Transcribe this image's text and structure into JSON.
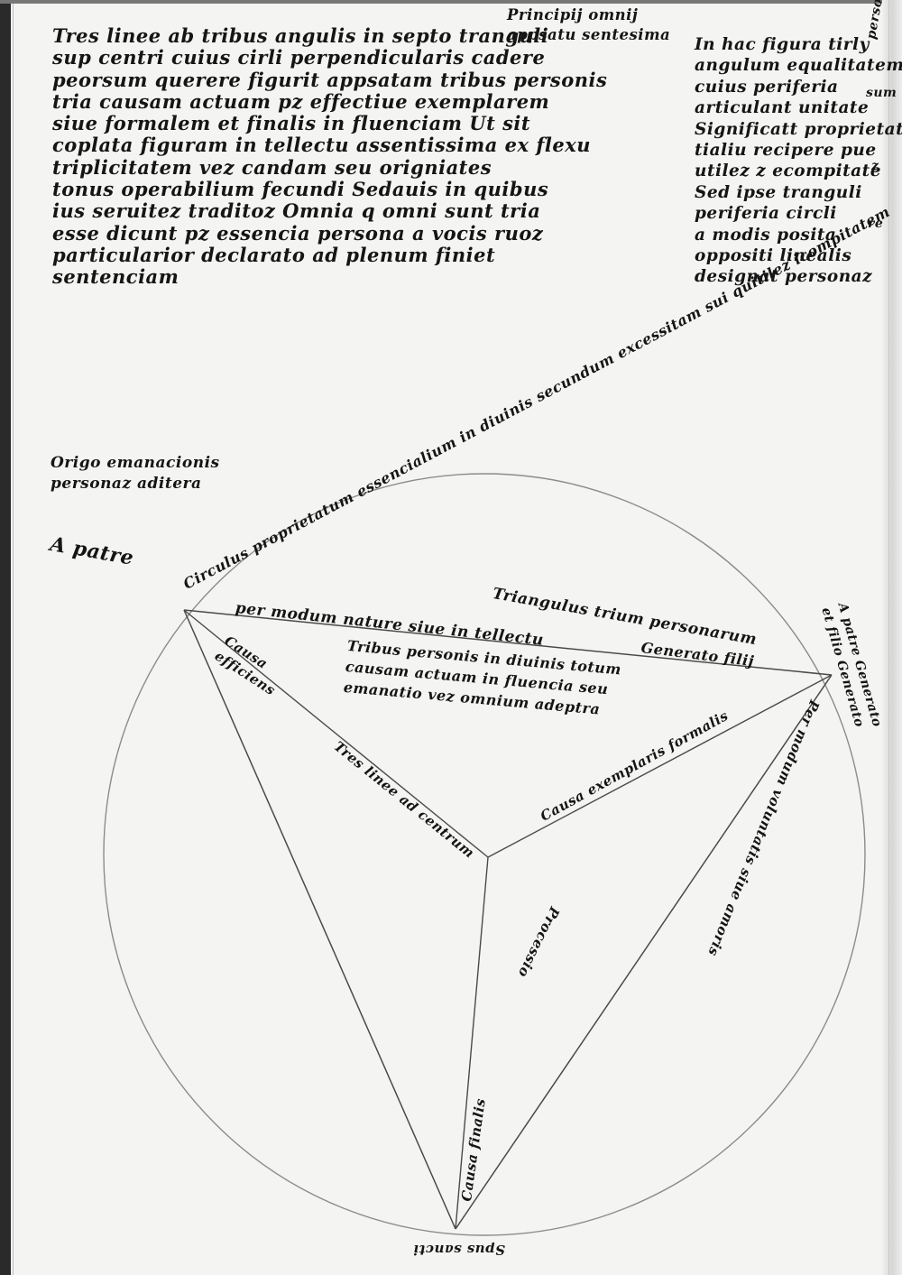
{
  "top_left_text": [
    "Tres linee ab tribus angulis in septo tranguli",
    "sup centri cuius cirli perpendicularis cadere",
    "peorsum querere figurit appsatam tribus personis",
    "tria causam actuam pz effectiue exemplarem",
    "siue formalem et finalis in fluenciam Ut sit",
    "coplata figuram in tellectu assentissima ex flexu",
    "triplicitatem vez candam seu origniates",
    "tonus operabilium fecundi Sedauis in quibus",
    "ius seruitez traditoz Omnia q omni sunt tria",
    "esse dicunt pz essencia persona a vocis ruoz",
    "particularior declarato ad plenum finiet",
    "sentenciam"
  ],
  "top_center_text": [
    "Principij omnij",
    "appsatu sentesima"
  ],
  "top_right_text": [
    "In hac figura tirly",
    "angulum equalitatem",
    "cuius periferia",
    "articulant unitate",
    "Significatt proprietatum",
    "tialiu recipere pue",
    "utilez z ecompitate",
    "Sed ipse tranguli",
    "periferia circli",
    "a modis posita",
    "oppositi linealis",
    "designat personaz"
  ],
  "margin_right_glosses": [
    "persona",
    "sum",
    "z",
    "re"
  ],
  "origin_note": [
    "Origo emanacionis",
    "personaz aditera"
  ],
  "label_a_patre": "A patre",
  "circle_label": "Circulus proprietatum essencialium in diuinis secundum excessitam sui quitilez icompitatem",
  "triangle_top_label": "Triangulus trium personarum",
  "triangle_inner_line_1": "per modum nature siue in tellectu",
  "triangle_inner_line_2": "Generato filij",
  "center_text": [
    "Tribus personis in diuinis totum",
    "causam actuam in fluencia seu",
    "emanatio vez omnium adeptra"
  ],
  "cause_efficient": [
    "Causa",
    "efficiens"
  ],
  "tres_linee_label": "Tres linee ad centrum",
  "cause_exemplary": "Causa exemplaris formalis",
  "right_vertex_label": [
    "A patre Generato",
    "et filio Generato"
  ],
  "per_modum_voluntatis": "Per modum voluntatis siue amoris",
  "cause_final": "Causa finalis",
  "processio": "Processio",
  "spiritus_sancti": "Spus sancti"
}
